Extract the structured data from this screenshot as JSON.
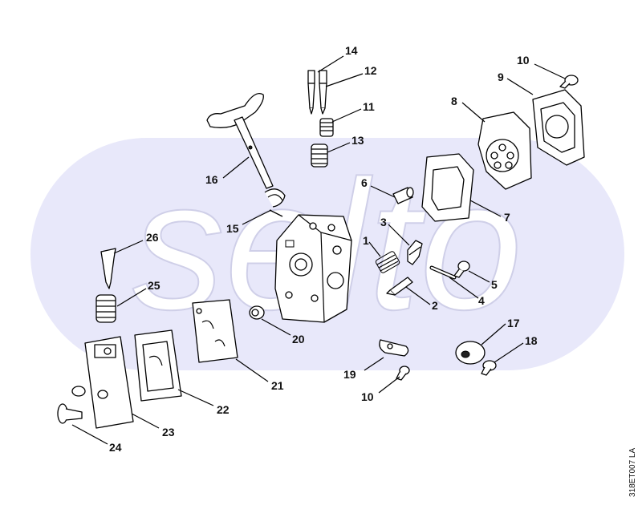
{
  "watermark": {
    "text": "selto",
    "color": "#dcdcf2"
  },
  "parts": [
    {
      "id": "p1",
      "label": "1"
    },
    {
      "id": "p2",
      "label": "2"
    },
    {
      "id": "p3",
      "label": "3"
    },
    {
      "id": "p4",
      "label": "4"
    },
    {
      "id": "p5",
      "label": "5"
    },
    {
      "id": "p6",
      "label": "6"
    },
    {
      "id": "p7",
      "label": "7"
    },
    {
      "id": "p8",
      "label": "8"
    },
    {
      "id": "p9",
      "label": "9"
    },
    {
      "id": "p10a",
      "label": "10"
    },
    {
      "id": "p10b",
      "label": "10"
    },
    {
      "id": "p11",
      "label": "11"
    },
    {
      "id": "p12",
      "label": "12"
    },
    {
      "id": "p13",
      "label": "13"
    },
    {
      "id": "p14",
      "label": "14"
    },
    {
      "id": "p15",
      "label": "15"
    },
    {
      "id": "p16",
      "label": "16"
    },
    {
      "id": "p17",
      "label": "17"
    },
    {
      "id": "p18",
      "label": "18"
    },
    {
      "id": "p19",
      "label": "19"
    },
    {
      "id": "p20",
      "label": "20"
    },
    {
      "id": "p21",
      "label": "21"
    },
    {
      "id": "p22",
      "label": "22"
    },
    {
      "id": "p23",
      "label": "23"
    },
    {
      "id": "p24",
      "label": "24"
    },
    {
      "id": "p25",
      "label": "25"
    },
    {
      "id": "p26",
      "label": "26"
    }
  ],
  "reference_code": "318ET007 LA"
}
